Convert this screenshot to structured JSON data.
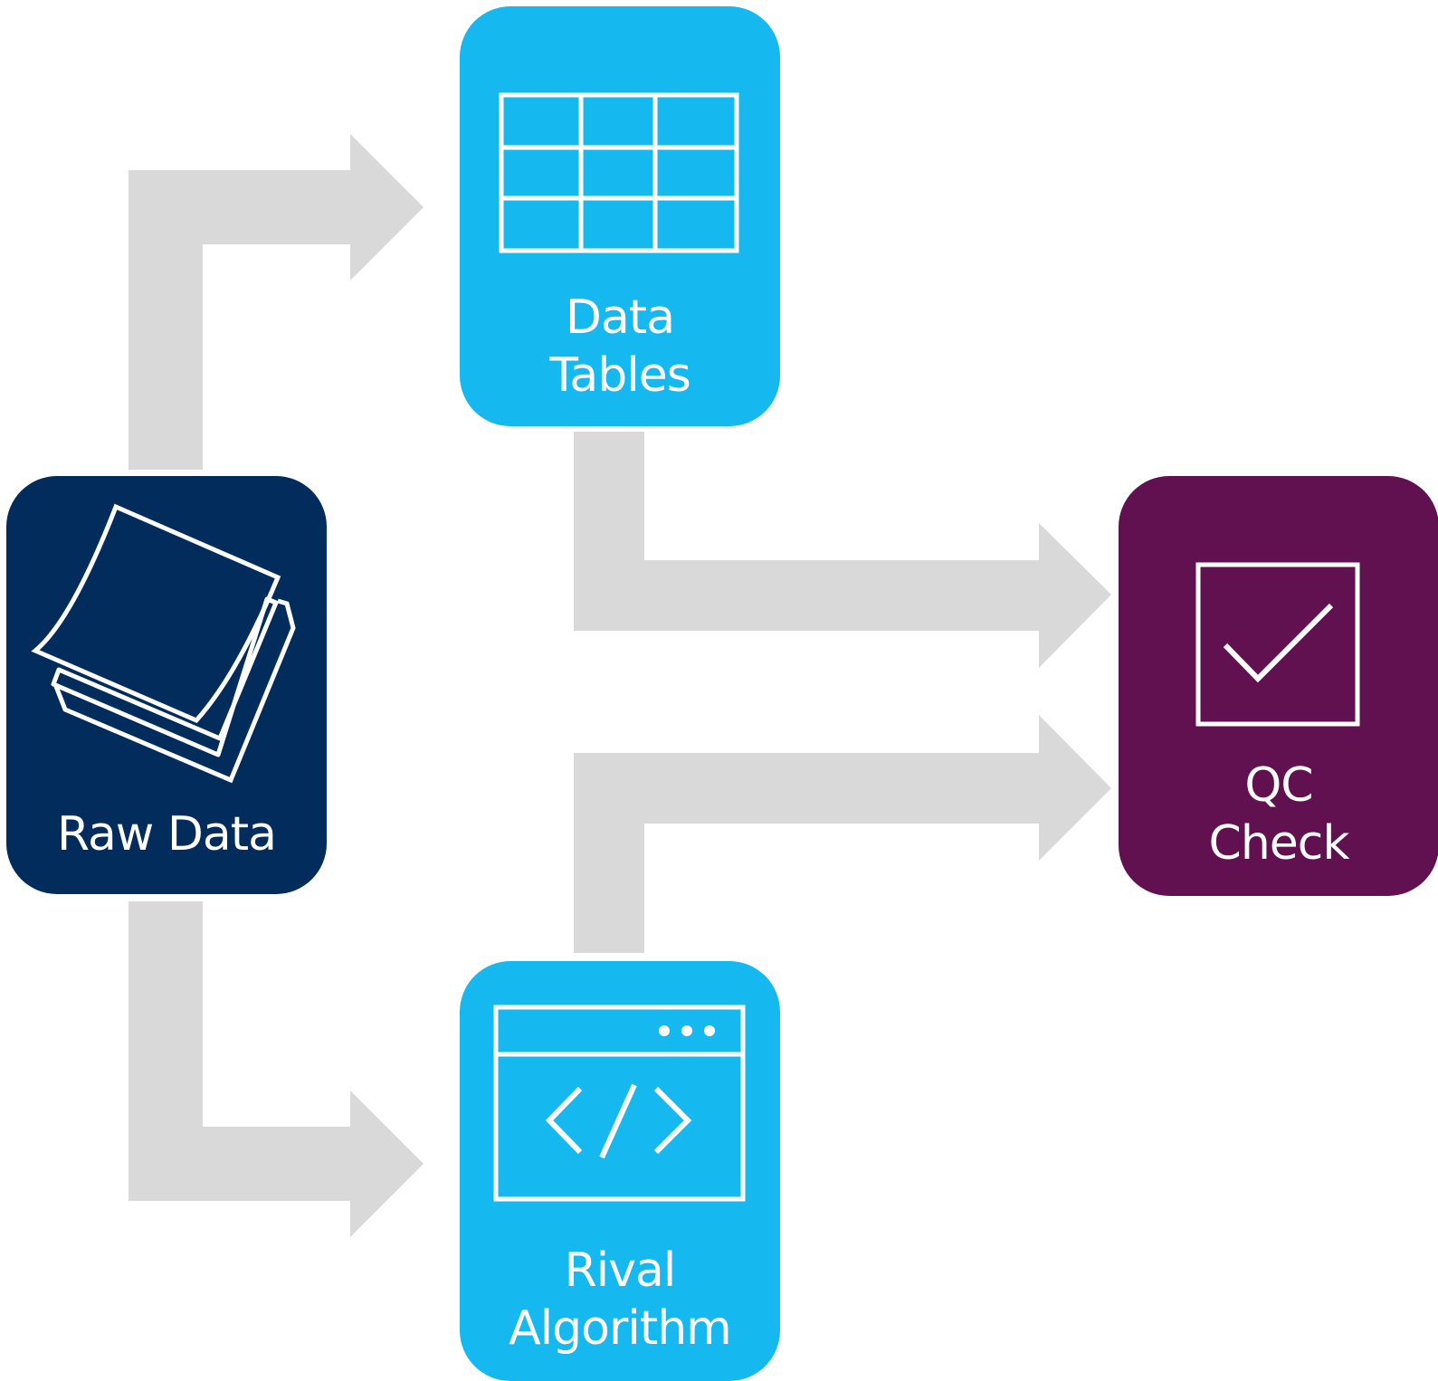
{
  "colors": {
    "arrow": "#d9d9d9",
    "raw": "#022c5c",
    "blue": "#16b9ef",
    "qc": "#621150",
    "stroke": "#ffffff"
  },
  "nodes": {
    "raw": {
      "label_line1": "Raw Data",
      "icon": "stacked-pages-icon"
    },
    "tables": {
      "label_line1": "Data",
      "label_line2": "Tables",
      "icon": "table-grid-icon"
    },
    "qc": {
      "label_line1": "QC",
      "label_line2": "Check",
      "icon": "checkbox-icon"
    },
    "rival": {
      "label_line1": "Rival",
      "label_line2": "Algorithm",
      "icon": "code-window-icon"
    }
  },
  "edges": [
    {
      "from": "Raw Data",
      "to": "Data Tables"
    },
    {
      "from": "Raw Data",
      "to": "Rival Algorithm"
    },
    {
      "from": "Data Tables",
      "to": "QC Check"
    },
    {
      "from": "Rival Algorithm",
      "to": "QC Check"
    }
  ]
}
